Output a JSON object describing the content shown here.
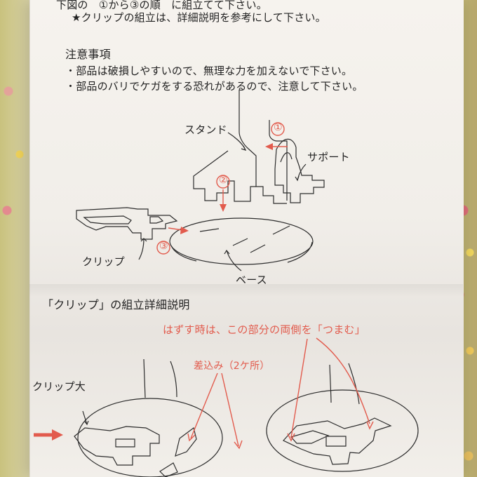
{
  "paper": {
    "top_line": "下図の　①から③の順　に組立てて下さい。",
    "note_line": "★クリップの組立は、詳細説明を参考にして下さい。",
    "caution_title": "注意事項",
    "caution_items": [
      "・部品は破損しやすいので、無理な力を加えないで下さい。",
      "・部品のバリでケガをする恐れがあるので、注意して下さい。"
    ]
  },
  "diagram_top": {
    "labels": {
      "stand": "スタンド",
      "support": "サポート",
      "clip": "クリップ",
      "base": "ベース",
      "step1": "①",
      "step2": "②",
      "step3": "③"
    }
  },
  "section2": {
    "title": "「クリップ」の組立詳細説明",
    "hint": "はずす時は、この部分の両側を「つまむ」",
    "insert": "差込み（2ケ所）",
    "clip_large": "クリップ大"
  }
}
